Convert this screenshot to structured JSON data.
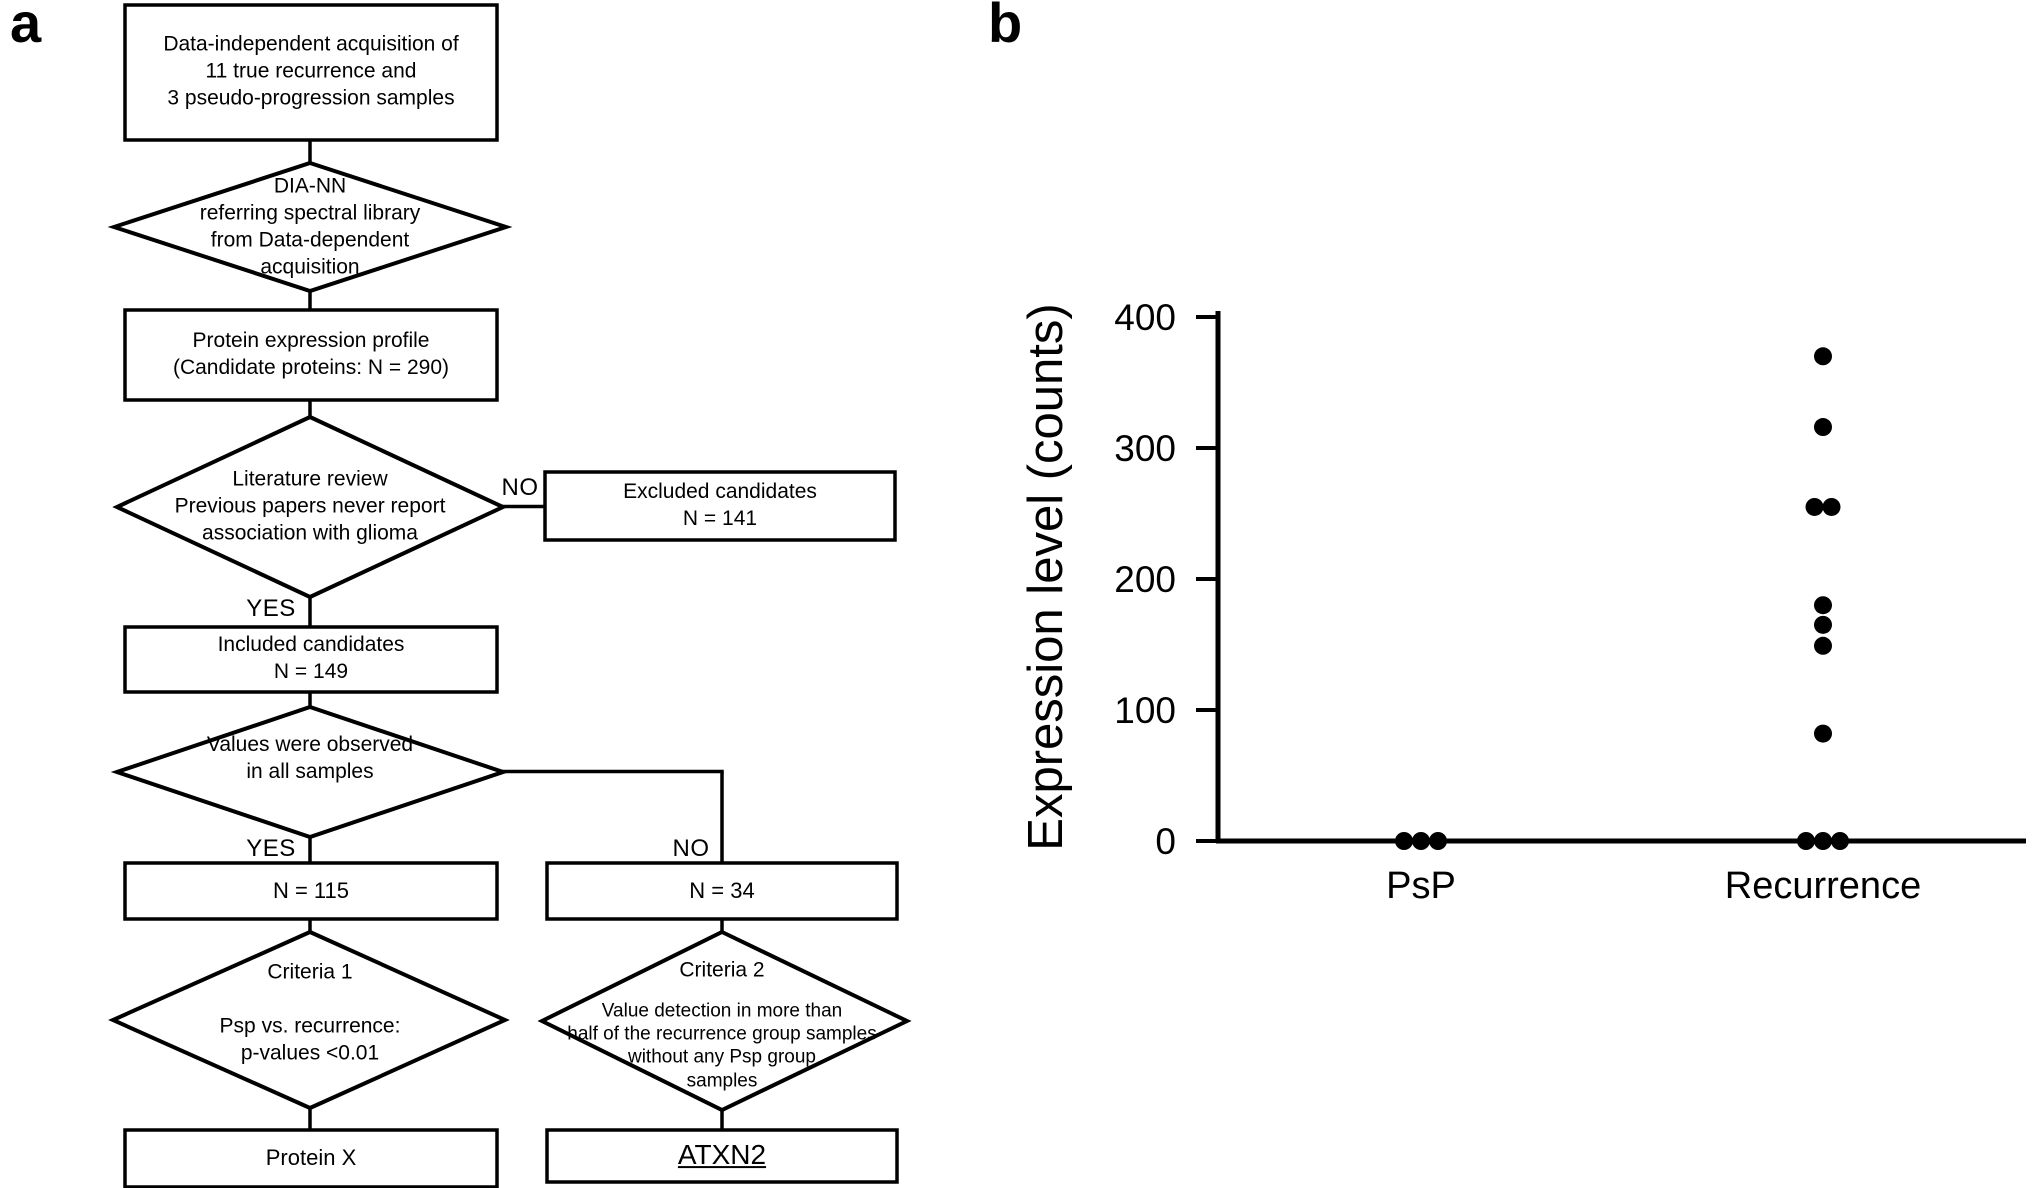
{
  "figure": {
    "panel_a_label": "a",
    "panel_b_label": "b"
  },
  "flowchart": {
    "box_acquisition": "Data-independent acquisition of\n11 true recurrence and\n3 pseudo-progression samples",
    "diamond_diann": "DIA-NN\nreferring spectral library\nfrom Data-dependent\nacquisition",
    "box_profile": "Protein expression profile\n(Candidate proteins: N = 290)",
    "diamond_literature": "Literature review\nPrevious papers never report\nassociation with glioma",
    "label_yes_1": "YES",
    "label_no_1": "NO",
    "box_excluded": "Excluded candidates\nN = 141",
    "box_included": "Included candidates\nN = 149",
    "diamond_values": "Values were observed\nin all samples",
    "label_yes_2": "YES",
    "label_no_2": "NO",
    "box_n115": "N = 115",
    "box_n34": "N = 34",
    "diamond_criteria1": "Criteria 1\n\nPsp vs. recurrence:\np-values <0.01",
    "diamond_criteria2_title": "Criteria 2",
    "diamond_criteria2_body": "Value detection in more than\nhalf of the recurrence group samples\nwithout any Psp group\nsamples",
    "box_proteinx": "Protein X",
    "box_atxn2": "ATXN2"
  },
  "chart_data": {
    "type": "scatter",
    "title": "",
    "xlabel": "",
    "ylabel": "Expression level (counts)",
    "ylim": [
      0,
      400
    ],
    "yticks": [
      0,
      100,
      200,
      300,
      400
    ],
    "categories": [
      "PsP",
      "Recurrence"
    ],
    "series": [
      {
        "name": "PsP",
        "values": [
          0,
          0,
          0
        ]
      },
      {
        "name": "Recurrence",
        "values": [
          370,
          316,
          255,
          255,
          180,
          165,
          149,
          82,
          0,
          0,
          0
        ]
      }
    ],
    "point_color": "#000000",
    "axis_color": "#000000",
    "grid": false,
    "legend": "none"
  }
}
